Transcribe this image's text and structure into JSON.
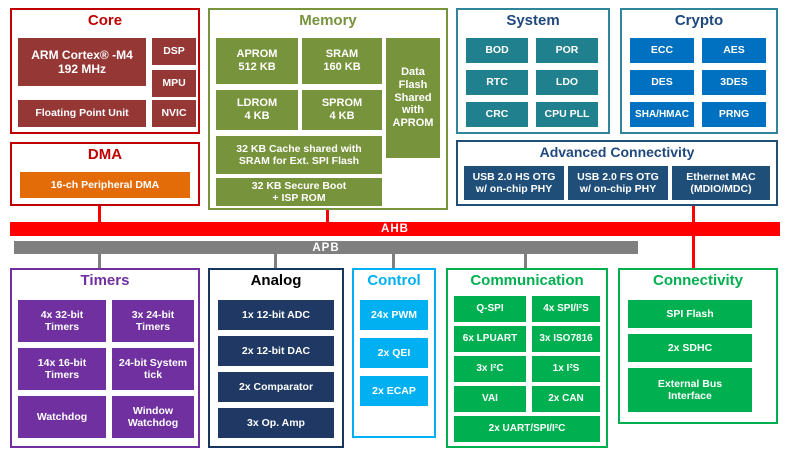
{
  "palette": {
    "core_red": "#C00000",
    "block_dark_red": "#953735",
    "dma_orange": "#E36C09",
    "memory_olive": "#77933C",
    "teal_border": "#31859B",
    "system_teal": "#21808D",
    "crypto_blue": "#0070C0",
    "dark_blue_title": "#1F497D",
    "adv_connectivity_navy": "#1F4E79",
    "ahb_red": "#FF0000",
    "apb_gray": "#7F7F7F",
    "timers_purple": "#7030A0",
    "analog_navy": "#1F3864",
    "control_cyan": "#00B0F0",
    "green": "#00B050"
  },
  "buses": {
    "ahb_label": "AHB",
    "apb_label": "APB"
  },
  "groups": {
    "core": {
      "title": "Core",
      "blocks": {
        "arm": "ARM Cortex® -M4\n192 MHz",
        "dsp": "DSP",
        "mpu": "MPU",
        "fpu": "Floating Point Unit",
        "nvic": "NVIC"
      }
    },
    "dma": {
      "title": "DMA",
      "blocks": {
        "pdma": "16-ch Peripheral DMA"
      }
    },
    "memory": {
      "title": "Memory",
      "blocks": {
        "aprom": "APROM\n512 KB",
        "sram": "SRAM\n160 KB",
        "ldrom": "LDROM\n4 KB",
        "sprom": "SPROM\n4 KB",
        "dataflash": "Data Flash Shared with APROM",
        "cache": "32 KB Cache shared with\nSRAM for  Ext. SPI Flash",
        "secureboot": "32 KB Secure Boot\n+ ISP ROM"
      }
    },
    "system": {
      "title": "System",
      "blocks": {
        "bod": "BOD",
        "por": "POR",
        "rtc": "RTC",
        "ldo": "LDO",
        "crc": "CRC",
        "cpupll": "CPU PLL"
      }
    },
    "crypto": {
      "title": "Crypto",
      "blocks": {
        "ecc": "ECC",
        "aes": "AES",
        "des": "DES",
        "tdes": "3DES",
        "sha": "SHA/HMAC",
        "prng": "PRNG"
      }
    },
    "advanced_connectivity": {
      "title": "Advanced Connectivity",
      "blocks": {
        "usb_hs": "USB 2.0 HS OTG\nw/ on-chip PHY",
        "usb_fs": "USB 2.0 FS OTG\nw/ on-chip PHY",
        "eth": "Ethernet MAC\n(MDIO/MDC)"
      }
    },
    "timers": {
      "title": "Timers",
      "blocks": {
        "t32": "4x 32-bit\nTimers",
        "t24": "3x 24-bit\nTimers",
        "t16": "14x 16-bit\nTimers",
        "systick": "24-bit System\ntick",
        "wdt": "Watchdog",
        "wwdt": "Window\nWatchdog"
      }
    },
    "analog": {
      "title": "Analog",
      "blocks": {
        "adc": "1x 12-bit ADC",
        "dac": "2x 12-bit DAC",
        "comparator": "2x Comparator",
        "opamp": "3x Op. Amp"
      }
    },
    "control": {
      "title": "Control",
      "blocks": {
        "pwm": "24x PWM",
        "qei": "2x QEI",
        "ecap": "2x ECAP"
      }
    },
    "communication": {
      "title": "Communication",
      "blocks": {
        "qspi": "Q-SPI",
        "spi_i2s": "4x SPI/I²S",
        "lpuart": "6x LPUART",
        "iso7816": "3x ISO7816",
        "i2c": "3x I²C",
        "i2s": "1x I²S",
        "vai": "VAI",
        "can": "2x CAN",
        "uart_spi_i2c": "2x UART/SPI/I²C"
      }
    },
    "connectivity": {
      "title": "Connectivity",
      "blocks": {
        "spiflash": "SPI Flash",
        "sdhc": "2x SDHC",
        "ebi": "External Bus\nInterface"
      }
    }
  }
}
